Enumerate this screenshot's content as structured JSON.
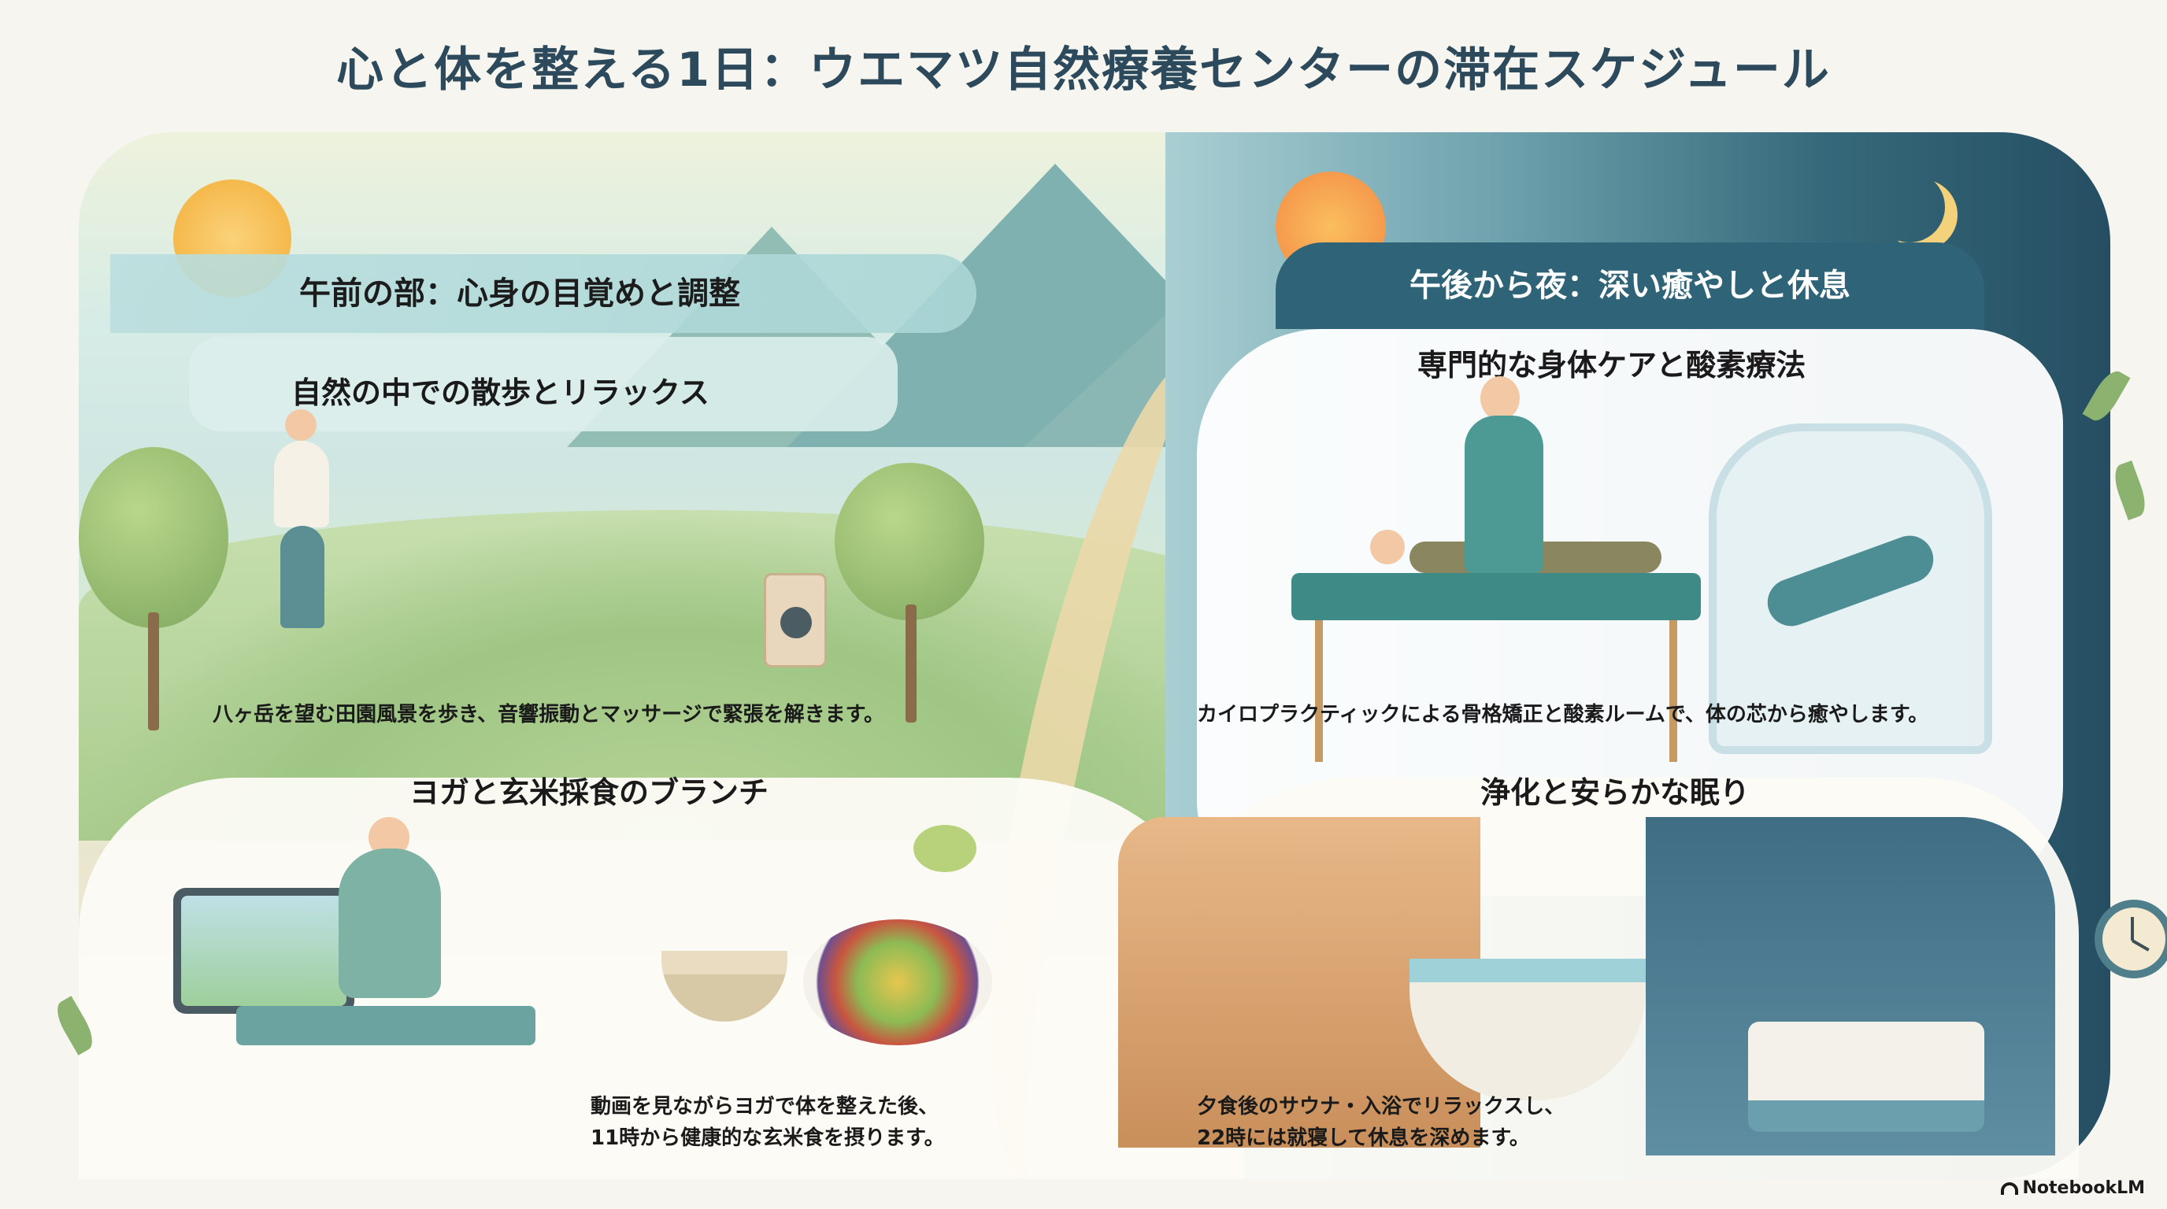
{
  "title": "心と体を整える1日：ウエマツ自然療養センターの滞在スケジュール",
  "morning": {
    "banner": "午前の部：心身の目覚めと調整",
    "walk": {
      "heading": "自然の中での散歩とリラックス",
      "description": "八ヶ岳を望む田園風景を歩き、音響振動とマッサージで緊張を解きます。"
    },
    "brunch": {
      "heading": "ヨガと玄米採食のブランチ",
      "description_lines": [
        "動画を見ながらヨガで体を整えた後、",
        "11時から健康的な玄米食を摂ります。"
      ]
    }
  },
  "evening": {
    "banner": "午後から夜：深い癒やしと休息",
    "care": {
      "heading": "専門的な身体ケアと酸素療法",
      "description": "カイロプラクティックによる骨格矯正と酸素ルームで、体の芯から癒やします。"
    },
    "sleep": {
      "heading": "浄化と安らかな眠り",
      "description_lines": [
        "夕食後のサウナ・入浴でリラックスし、",
        "22時には就寝して休息を深めます。"
      ]
    }
  },
  "icons": {
    "morning_sun": "sun-icon",
    "evening_sun": "sunset-icon",
    "moon": "crescent-moon-icon",
    "clock": "clock-icon",
    "brand": "notebooklm-logo-icon"
  },
  "colors": {
    "title": "#2d4a5c",
    "morning_banner_bg": "#b6dcdc",
    "evening_banner_bg": "#2f6478",
    "evening_panel": "#264e63",
    "text": "#1a1a1a"
  },
  "brand": {
    "label": "NotebookLM"
  }
}
